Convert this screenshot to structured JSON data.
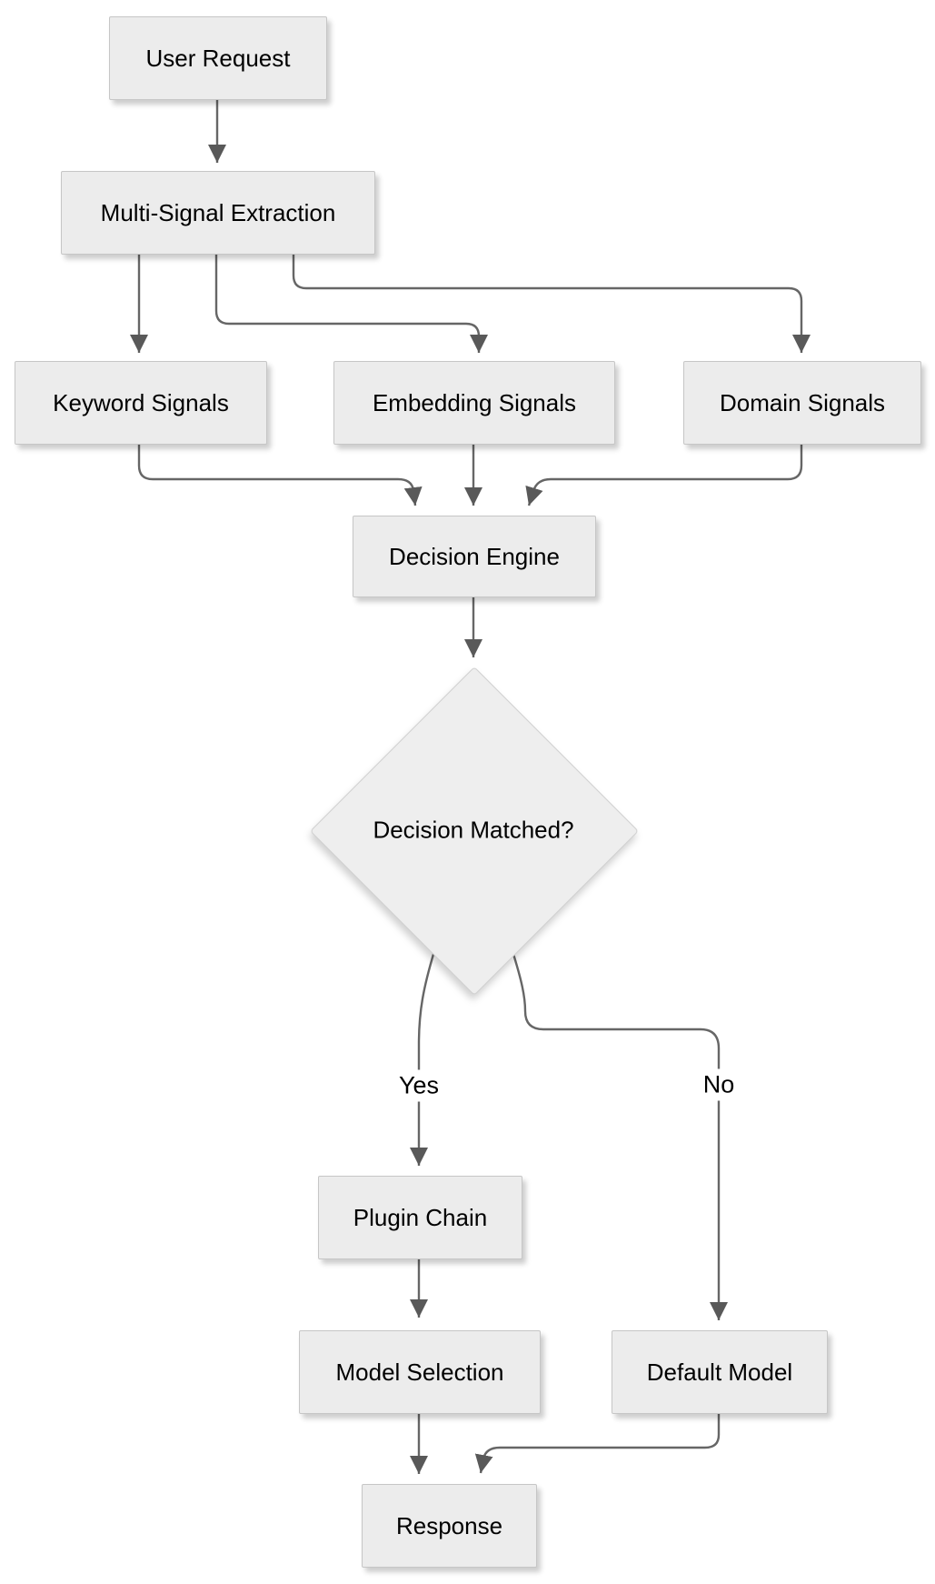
{
  "diagram": {
    "type": "flowchart",
    "direction": "top-down",
    "colors": {
      "background": "#ffffff",
      "node_fill": "#ececec",
      "node_border": "#c6c6c6",
      "edge_line": "#666666",
      "arrowhead": "#595959",
      "text": "#000000"
    },
    "nodes": [
      {
        "id": "user-request",
        "label": "User Request",
        "shape": "rect"
      },
      {
        "id": "multi-signal-extraction",
        "label": "Multi-Signal Extraction",
        "shape": "rect"
      },
      {
        "id": "keyword-signals",
        "label": "Keyword Signals",
        "shape": "rect"
      },
      {
        "id": "embedding-signals",
        "label": "Embedding Signals",
        "shape": "rect"
      },
      {
        "id": "domain-signals",
        "label": "Domain Signals",
        "shape": "rect"
      },
      {
        "id": "decision-engine",
        "label": "Decision Engine",
        "shape": "rect"
      },
      {
        "id": "decision-matched",
        "label": "Decision Matched?",
        "shape": "diamond"
      },
      {
        "id": "plugin-chain",
        "label": "Plugin Chain",
        "shape": "rect"
      },
      {
        "id": "model-selection",
        "label": "Model Selection",
        "shape": "rect"
      },
      {
        "id": "default-model",
        "label": "Default Model",
        "shape": "rect"
      },
      {
        "id": "response",
        "label": "Response",
        "shape": "rect"
      }
    ],
    "edges": [
      {
        "from": "user-request",
        "to": "multi-signal-extraction",
        "label": ""
      },
      {
        "from": "multi-signal-extraction",
        "to": "keyword-signals",
        "label": ""
      },
      {
        "from": "multi-signal-extraction",
        "to": "embedding-signals",
        "label": ""
      },
      {
        "from": "multi-signal-extraction",
        "to": "domain-signals",
        "label": ""
      },
      {
        "from": "keyword-signals",
        "to": "decision-engine",
        "label": ""
      },
      {
        "from": "embedding-signals",
        "to": "decision-engine",
        "label": ""
      },
      {
        "from": "domain-signals",
        "to": "decision-engine",
        "label": ""
      },
      {
        "from": "decision-engine",
        "to": "decision-matched",
        "label": ""
      },
      {
        "from": "decision-matched",
        "to": "plugin-chain",
        "label": "Yes"
      },
      {
        "from": "decision-matched",
        "to": "default-model",
        "label": "No"
      },
      {
        "from": "plugin-chain",
        "to": "model-selection",
        "label": ""
      },
      {
        "from": "model-selection",
        "to": "response",
        "label": ""
      },
      {
        "from": "default-model",
        "to": "response",
        "label": ""
      }
    ]
  }
}
